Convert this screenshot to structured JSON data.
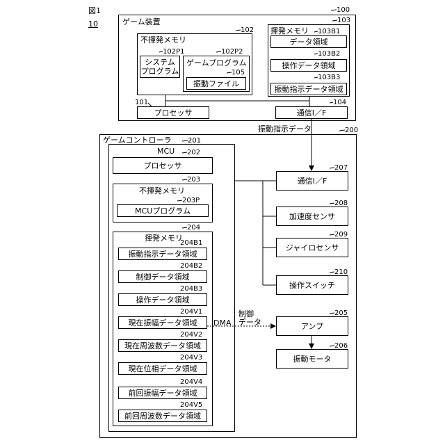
{
  "figure": {
    "label": "図1",
    "number": "10"
  },
  "game_device": {
    "title": "ゲーム装置",
    "ref": "100",
    "nonvolatile": {
      "title": "不揮発メモリ",
      "ref": "102",
      "system_program": {
        "label": "システム\nプログラム",
        "ref": "102P1"
      },
      "game_program": {
        "label": "ゲームプログラム",
        "ref": "102P2",
        "vibration_file": {
          "label": "振動ファイル",
          "ref": "105"
        }
      }
    },
    "volatile": {
      "title": "揮発メモリ",
      "ref": "103",
      "areas": [
        {
          "label": "データ領域",
          "ref": "103B1"
        },
        {
          "label": "操作データ領域",
          "ref": "103B2"
        },
        {
          "label": "振動指示データ領域",
          "ref": "103B3"
        }
      ]
    },
    "processor": {
      "label": "プロセッサ",
      "ref": "101"
    },
    "comm": {
      "label": "通信I／F",
      "ref": "104"
    }
  },
  "signal_label": "振動指示データ",
  "controller": {
    "title": "ゲームコントローラ",
    "ref": "200",
    "mcu": {
      "title": "MCU",
      "ref": "201",
      "processor": {
        "label": "プロセッサ",
        "ref": "202"
      },
      "nonvolatile": {
        "title": "不揮発メモリ",
        "ref": "203",
        "program": {
          "label": "MCUプログラム",
          "ref": "203P"
        }
      },
      "volatile": {
        "title": "揮発メモリ",
        "ref": "204",
        "areas": [
          {
            "label": "振動指示データ領域",
            "ref": "204B1"
          },
          {
            "label": "制御データ領域",
            "ref": "204B2"
          },
          {
            "label": "操作データ領域",
            "ref": "204B3"
          },
          {
            "label": "現在振幅データ領域",
            "ref": "204V1"
          },
          {
            "label": "現在周波数データ領域",
            "ref": "204V2"
          },
          {
            "label": "現在位相データ領域",
            "ref": "204V3"
          },
          {
            "label": "前回振幅データ領域",
            "ref": "204V4"
          },
          {
            "label": "前回周波数データ領域",
            "ref": "204V5"
          }
        ]
      }
    },
    "comm": {
      "label": "通信I／F",
      "ref": "207"
    },
    "accel": {
      "label": "加速度センサ",
      "ref": "208"
    },
    "gyro": {
      "label": "ジャイロセンサ",
      "ref": "209"
    },
    "switch": {
      "label": "操作スイッチ",
      "ref": "210"
    },
    "amp": {
      "label": "アンプ",
      "ref": "205"
    },
    "motor": {
      "label": "振動モータ",
      "ref": "206"
    },
    "dma_label": "DMA",
    "control_data_label": "制御\nデータ"
  }
}
